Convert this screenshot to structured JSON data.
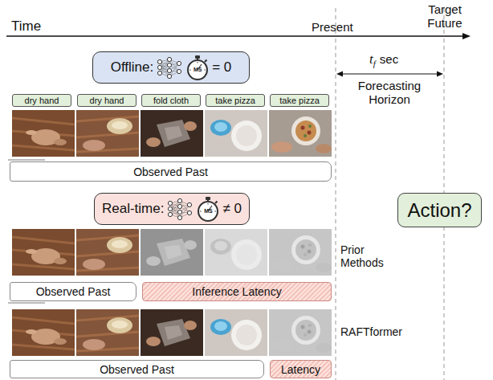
{
  "diagram": {
    "nodes": [
      {
        "text": [
          "Offline:",
          "= 0"
        ]
      },
      {
        "text": [
          "dry hand"
        ]
      },
      {
        "text": [
          "dry hand"
        ]
      },
      {
        "text": [
          "fold cloth"
        ]
      },
      {
        "text": [
          "take pizza"
        ]
      },
      {
        "text": [
          "take pizza"
        ]
      },
      {
        "text": [
          "Observed Past"
        ]
      },
      {
        "text": [
          "Real-time:",
          "≠ 0"
        ]
      },
      {
        "text": [
          "Action?"
        ]
      },
      {
        "text": [
          "Observed Past"
        ]
      },
      {
        "text": [
          "Inference Latency"
        ]
      },
      {
        "text": [
          "Observed Past"
        ]
      },
      {
        "text": [
          "Latency"
        ]
      }
    ],
    "labels": [
      "Time",
      "Present",
      "Target Future",
      "t",
      "f",
      "sec",
      "Forecasting Horizon",
      "MS",
      "MS",
      "Prior Methods",
      "RAFTformer"
    ]
  }
}
